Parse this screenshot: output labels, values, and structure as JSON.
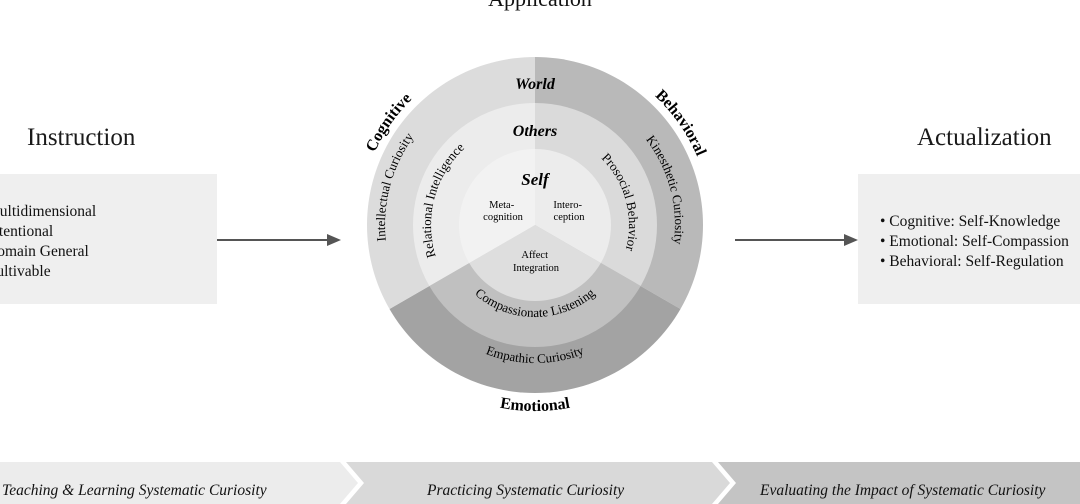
{
  "header": {
    "title": "Application"
  },
  "instruction": {
    "title": "Instruction",
    "items": [
      "Multidimensional",
      "Intentional",
      "Domain General",
      "Cultivable"
    ]
  },
  "actualization": {
    "title": "Actualization",
    "items": [
      "• Cognitive: Self-Knowledge",
      "• Emotional: Self-Compassion",
      "• Behavioral: Self-Regulation"
    ]
  },
  "wheel": {
    "domains": {
      "cognitive": "Cognitive",
      "behavioral": "Behavioral",
      "emotional": "Emotional"
    },
    "rings": {
      "outer": "World",
      "middle": "Others",
      "inner": "Self"
    },
    "outer_segments": {
      "cognitive": "Intellectual Curiosity",
      "behavioral": "Kinesthetic Curiosity",
      "emotional": "Empathic Curiosity"
    },
    "middle_segments": {
      "cognitive": "Relational Intelligence",
      "behavioral": "Prosocial Behavior",
      "emotional": "Compassionate Listening"
    },
    "inner_segments": {
      "cognitive": [
        "Meta-",
        "cognition"
      ],
      "behavioral": [
        "Intero-",
        "ception"
      ],
      "emotional": [
        "Affect",
        "Integration"
      ]
    },
    "colors": {
      "outer_cognitive": "#dcdcdc",
      "outer_behavioral": "#b9b9b9",
      "outer_emotional": "#a3a3a3",
      "middle_cognitive": "#ececec",
      "middle_behavioral": "#dadada",
      "middle_emotional": "#c0c0c0",
      "inner_cognitive": "#f2f2f2",
      "inner_behavioral": "#ececec",
      "inner_emotional": "#dedede"
    }
  },
  "banner": {
    "stages": [
      {
        "label": "Teaching & Learning Systematic Curiosity",
        "color": "#ececec"
      },
      {
        "label": "Practicing Systematic Curiosity",
        "color": "#d9d9d9"
      },
      {
        "label": "Evaluating the Impact of Systematic Curiosity",
        "color": "#c4c4c4"
      }
    ]
  }
}
